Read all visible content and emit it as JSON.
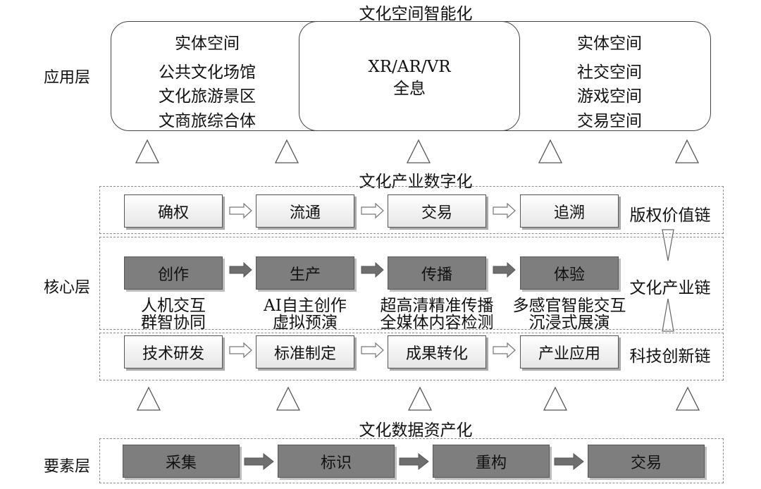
{
  "layers": {
    "application": "应用层",
    "core": "核心层",
    "element": "要素层"
  },
  "headings": {
    "space": "文化空间智能化",
    "industry": "文化产业数字化",
    "data": "文化数据资产化"
  },
  "application": {
    "left": [
      "实体空间",
      "公共文化场馆",
      "文化旅游景区",
      "文商旅综合体"
    ],
    "middle": [
      "XR/AR/VR",
      "全息"
    ],
    "right": [
      "实体空间",
      "社交空间",
      "游戏空间",
      "交易空间"
    ]
  },
  "copyright_chain": {
    "label": "版权价值链",
    "steps": [
      "确权",
      "流通",
      "交易",
      "追溯"
    ]
  },
  "industry_chain": {
    "label": "文化产业链",
    "steps": [
      "创作",
      "生产",
      "传播",
      "体验"
    ],
    "descriptions": [
      [
        "人机交互",
        "群智协同"
      ],
      [
        "AI自主创作",
        "虚拟预演"
      ],
      [
        "超高清精准传播",
        "全媒体内容检测"
      ],
      [
        "多感官智能交互",
        "沉浸式展演"
      ]
    ]
  },
  "tech_chain": {
    "label": "科技创新链",
    "steps": [
      "技术研发",
      "标准制定",
      "成果转化",
      "产业应用"
    ]
  },
  "data_steps": [
    "采集",
    "标识",
    "重构",
    "交易"
  ]
}
